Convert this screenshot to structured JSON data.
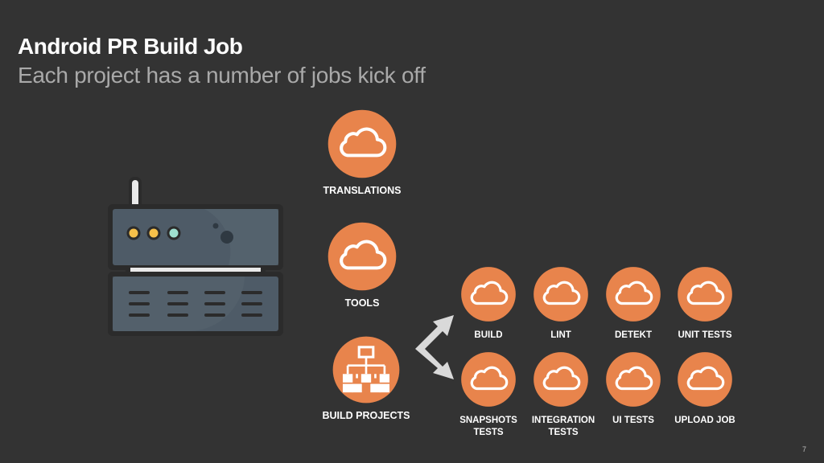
{
  "title": "Android PR Build Job",
  "subtitle": "Each project has a number of jobs kick off",
  "page_number": "7",
  "colors": {
    "background": "#333333",
    "accent_orange": "#e8844c",
    "server_body": "#4d5a66"
  },
  "server": {
    "icon": "server-icon"
  },
  "nodes": {
    "translations": {
      "label": "TRANSLATIONS",
      "icon": "cloud-icon"
    },
    "tools": {
      "label": "TOOLS",
      "icon": "cloud-icon"
    },
    "build_projects": {
      "label": "BUILD PROJECTS",
      "icon": "hierarchy-icon"
    }
  },
  "jobs": [
    {
      "label": "BUILD",
      "icon": "cloud-icon"
    },
    {
      "label": "LINT",
      "icon": "cloud-icon"
    },
    {
      "label": "DETEKT",
      "icon": "cloud-icon"
    },
    {
      "label": "UNIT TESTS",
      "icon": "cloud-icon"
    },
    {
      "label": "SNAPSHOTS TESTS",
      "icon": "cloud-icon"
    },
    {
      "label": "INTEGRATION TESTS",
      "icon": "cloud-icon"
    },
    {
      "label": "UI TESTS",
      "icon": "cloud-icon"
    },
    {
      "label": "UPLOAD JOB",
      "icon": "cloud-icon"
    }
  ]
}
